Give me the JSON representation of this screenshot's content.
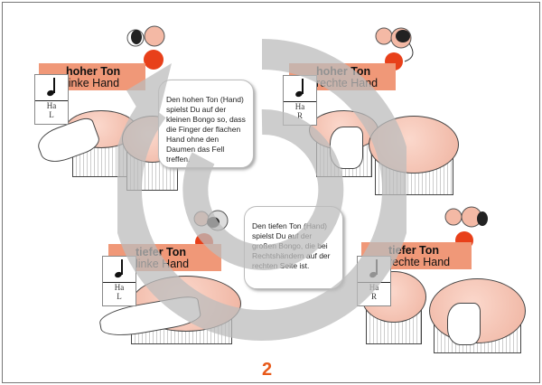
{
  "quadrants": [
    {
      "title": "hoher Ton",
      "subtitle": "linke Hand",
      "note_line1": "Ha",
      "note_line2": "L"
    },
    {
      "title": "hoher Ton",
      "subtitle": "rechte Hand",
      "note_line1": "Ha",
      "note_line2": "R"
    },
    {
      "title": "tiefer Ton",
      "subtitle": "linke Hand",
      "note_line1": "Ha",
      "note_line2": "L"
    },
    {
      "title": "tiefer Ton",
      "subtitle": "rechte Hand",
      "note_line1": "Ha",
      "note_line2": "R"
    }
  ],
  "callouts": [
    "Den hohen Ton (Hand) spielst Du auf der kleinen Bongo so, dass die Finger der flachen Hand ohne den Daumen das Fell treffen.",
    "Den tiefen Ton (Hand) spielst Du auf der großen Bongo, die bei Rechtshändern auf der rechten Seite ist."
  ],
  "page_number": "2",
  "colors": {
    "label_bg": "#f09878",
    "accent": "#e85a1a",
    "watermark": "#bdbdbd"
  }
}
